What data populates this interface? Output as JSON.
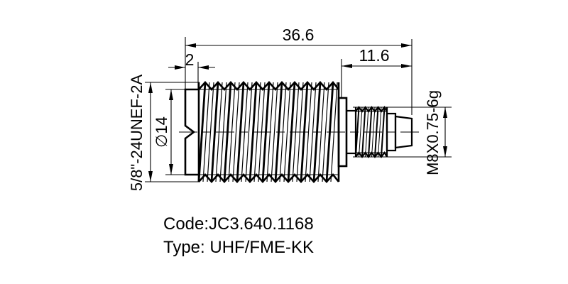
{
  "drawing": {
    "title_block": {
      "code": "Code:JC3.640.1168",
      "type": "Type: UHF/FME-KK"
    },
    "dimensions": {
      "overall_length": "36.6",
      "right_section_length": "11.6",
      "cap_thickness": "2",
      "left_thread_spec": "5/8\"-24UNEF-2A",
      "cap_diameter": "∅14",
      "right_thread_spec": "M8X0.75-6g"
    },
    "colors": {
      "line": "#000000",
      "background": "#ffffff"
    }
  }
}
